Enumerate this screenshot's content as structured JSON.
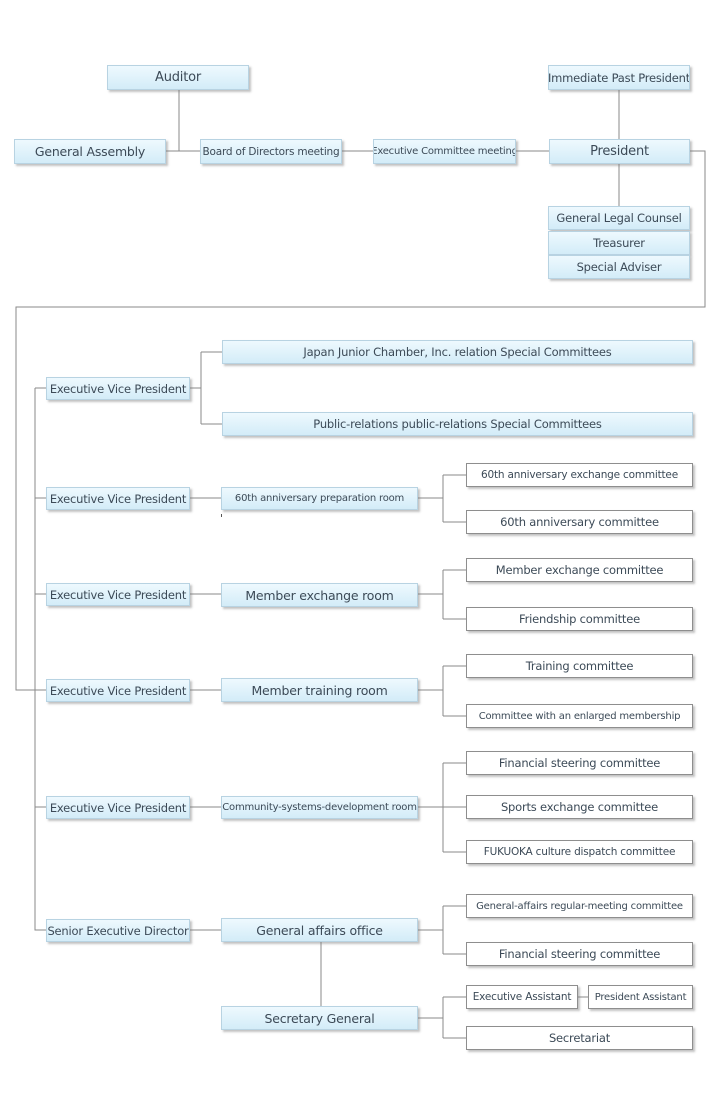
{
  "colors": {
    "box_fill_top": "#eef9fe",
    "box_fill_bottom": "#d3ecf8",
    "box_border": "#b8d3e2",
    "white_border": "#8e8e8e",
    "line": "#8a8a8a",
    "text": "#3c4a57"
  },
  "top": {
    "auditor": "Auditor",
    "immediate_past_president": "Immediate Past President",
    "general_assembly": "General Assembly",
    "board_meeting": "Board of Directors meeting",
    "executive_committee_meeting": "Executive Committee meeting",
    "president": "President",
    "legal_counsel": "General Legal Counsel",
    "treasurer": "Treasurer",
    "special_adviser": "Special Adviser"
  },
  "groups": {
    "g1": {
      "leader": "Executive Vice President",
      "committees": [
        "Japan Junior Chamber, Inc. relation Special Committees",
        "Public-relations public-relations Special Committees"
      ]
    },
    "g2": {
      "leader": "Executive Vice President",
      "room": "60th anniversary preparation room",
      "committees": [
        "60th anniversary exchange committee",
        "60th anniversary committee"
      ]
    },
    "g3": {
      "leader": "Executive Vice President",
      "room": "Member exchange room",
      "committees": [
        "Member exchange committee",
        "Friendship committee"
      ]
    },
    "g4": {
      "leader": "Executive Vice President",
      "room": "Member training room",
      "committees": [
        "Training committee",
        "Committee with an enlarged membership"
      ]
    },
    "g5": {
      "leader": "Executive Vice President",
      "room": "Community-systems-development room",
      "committees": [
        "Financial steering committee",
        "Sports exchange committee",
        "FUKUOKA culture dispatch committee"
      ]
    },
    "g6": {
      "leader": "Senior Executive Director",
      "room": "General affairs office",
      "committees": [
        "General-affairs regular-meeting committee",
        "Financial steering committee"
      ]
    }
  },
  "secretary": {
    "general": "Secretary General",
    "executive_assistant": "Executive Assistant",
    "president_assistant": "President Assistant",
    "secretariat": "Secretariat"
  }
}
